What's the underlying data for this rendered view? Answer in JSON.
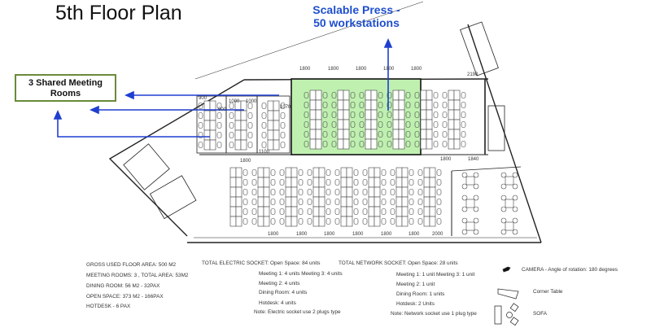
{
  "title": "5th Floor Plan",
  "annotations": {
    "scalable_press_line1": "Scalable Press -",
    "scalable_press_line2": "50 workstations",
    "meeting_rooms_line1": "3 Shared Meeting",
    "meeting_rooms_line2": "Rooms",
    "accent_color": "#1f4fcf",
    "highlight_color": "#bff0b0"
  },
  "dimensions": {
    "top": [
      "1800",
      "1800",
      "1800",
      "1800",
      "1800"
    ],
    "top_right": "2190",
    "mid_right": [
      "1800",
      "1840"
    ],
    "mid_left": "1800",
    "bottom": [
      "1800",
      "1800",
      "1800",
      "1800",
      "1800",
      "1800",
      "2000"
    ],
    "meeting": [
      "900",
      "1000",
      "1000",
      "900",
      "1070",
      "1100"
    ]
  },
  "area_info": [
    "GROSS USED FLOOR AREA: 500 M2",
    "MEETING ROOMS: 3 , TOTAL AREA: 53M2",
    "DINING ROOM: 56 M2 - 32PAX",
    "OPEN SPACE: 373 M2 - 166PAX",
    "HOTDESK - 6 PAX"
  ],
  "electric": {
    "header": "TOTAL ELECTRIC SOCKET: Open Space: 84 units",
    "lines": [
      "Meeting 1: 4 units  Meeting 3: 4 units",
      "Meeting 2: 4  units",
      "Dining Room: 4  units",
      "Hotdesk: 4 units"
    ],
    "note": "Note: Electric socket use 2 plugs type"
  },
  "network": {
    "header": "TOTAL NETWORK SOCKET: Open Space: 28 units",
    "lines": [
      "Meeting 1: 1 unit   Meeting 3: 1 unit",
      "Meeting 2: 1 unit",
      "Dining Room: 1  units",
      "Hotdesk: 2 Units"
    ],
    "note": "Note: Network socket use 1 plug type"
  },
  "legend": {
    "camera": "CAMERA - Angle of rotation: 180 degrees",
    "corner_table": "Corner Table",
    "sofa": "SOFA"
  }
}
